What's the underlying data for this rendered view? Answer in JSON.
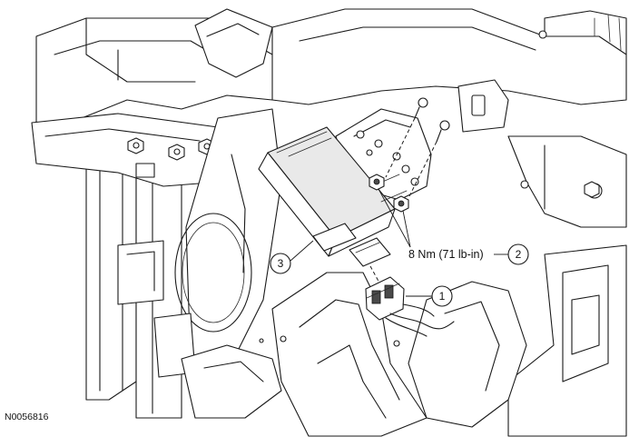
{
  "callouts": [
    {
      "number": "1"
    },
    {
      "number": "2"
    },
    {
      "number": "3"
    }
  ],
  "torque_spec": "8 Nm (71 lb-in)",
  "figure_id": "N0056816"
}
